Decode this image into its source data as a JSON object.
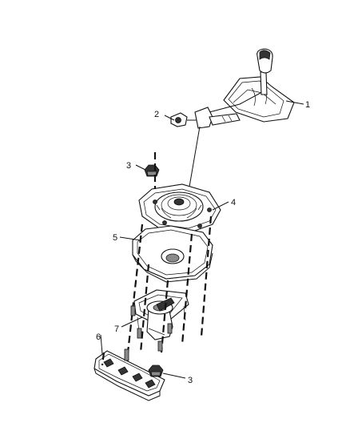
{
  "callouts": [
    {
      "id": "c1",
      "text": "1"
    },
    {
      "id": "c2",
      "text": "2"
    },
    {
      "id": "c3a",
      "text": "3"
    },
    {
      "id": "c4",
      "text": "4"
    },
    {
      "id": "c5",
      "text": "5"
    },
    {
      "id": "c6",
      "text": "6"
    },
    {
      "id": "c7",
      "text": "7"
    },
    {
      "id": "c3b",
      "text": "3"
    }
  ],
  "parts": [
    {
      "callout": "1",
      "name": "shift-knob-and-boot"
    },
    {
      "callout": "2",
      "name": "fastener"
    },
    {
      "callout": "3",
      "name": "nut"
    },
    {
      "callout": "4",
      "name": "boot-bezel"
    },
    {
      "callout": "5",
      "name": "seal"
    },
    {
      "callout": "6",
      "name": "bracket"
    },
    {
      "callout": "7",
      "name": "shifter-assembly"
    }
  ]
}
